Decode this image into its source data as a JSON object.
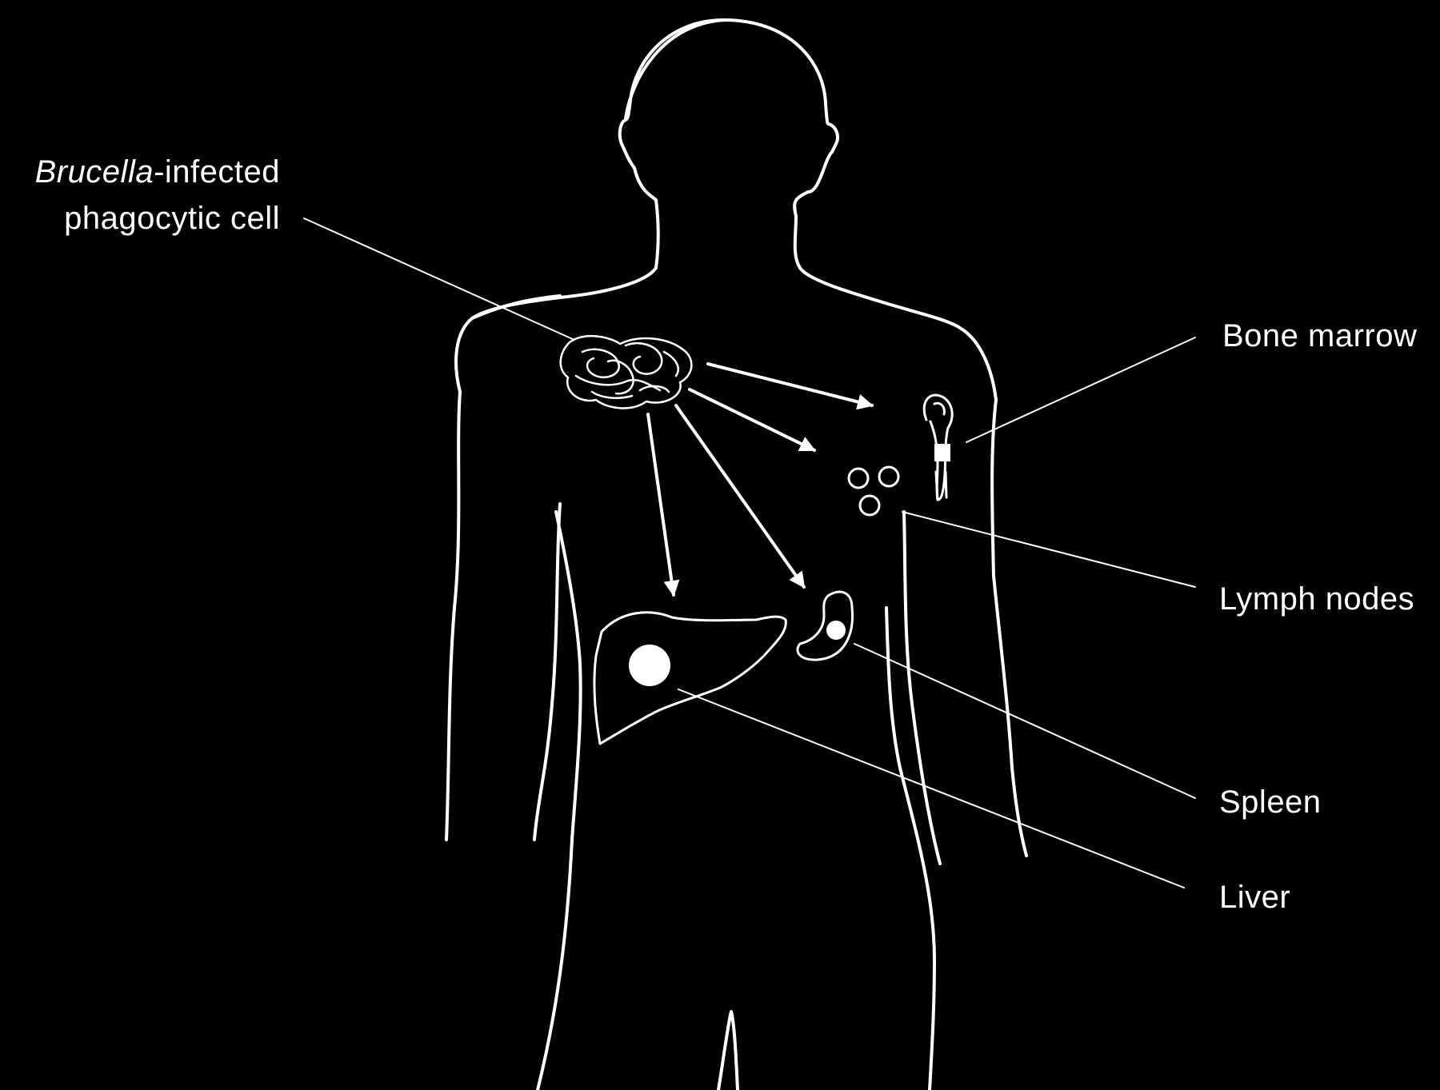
{
  "labels": {
    "cell_organism": "Brucella",
    "cell_suffix": "-infected",
    "cell_line2": "phagocytic cell",
    "bone_marrow": "Bone marrow",
    "lymph_nodes": "Lymph nodes",
    "spleen": "Spleen",
    "liver": "Liver"
  },
  "colors": {
    "background": "#000000",
    "line": "#ffffff"
  }
}
